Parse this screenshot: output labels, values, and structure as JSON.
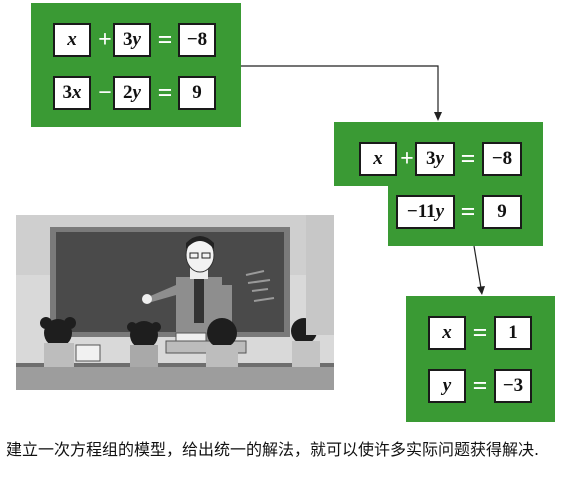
{
  "step1": {
    "row1": {
      "a_coef": "",
      "a_var": "x",
      "op": "+",
      "b_coef": "3",
      "b_var": "y",
      "eq": "=",
      "rhs": "−8"
    },
    "row2": {
      "a_coef": "3",
      "a_var": "x",
      "op": "−",
      "b_coef": "2",
      "b_var": "y",
      "eq": "=",
      "rhs": "9"
    }
  },
  "step2": {
    "row1": {
      "a_coef": "",
      "a_var": "x",
      "op": "+",
      "b_coef": "3",
      "b_var": "y",
      "eq": "=",
      "rhs": "−8"
    },
    "row2": {
      "b_coef": "−11",
      "b_var": "y",
      "eq": "=",
      "rhs": "9"
    }
  },
  "step3": {
    "row1": {
      "var": "x",
      "eq": "=",
      "rhs": "1"
    },
    "row2": {
      "var": "y",
      "eq": "=",
      "rhs": "−3"
    }
  },
  "caption": "建立一次方程组的模型，给出统一的解法，就可以使许多实际问题获得解决.",
  "colors": {
    "panel_green": "#3a9a34",
    "cell_border": "#1a1a1a",
    "connector": "#222222"
  }
}
